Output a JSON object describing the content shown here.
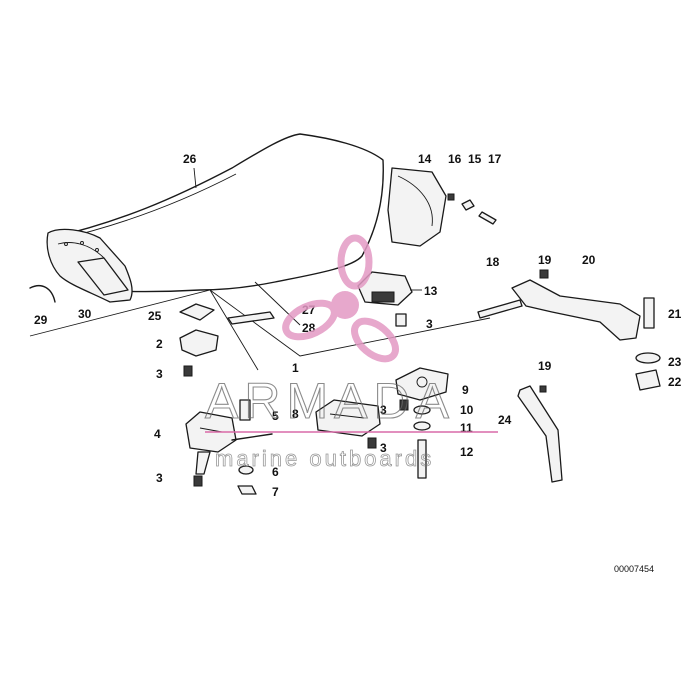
{
  "diagram": {
    "part_number": "00007454",
    "callouts": [
      "1",
      "2",
      "3",
      "4",
      "5",
      "6",
      "7",
      "8",
      "9",
      "10",
      "11",
      "12",
      "13",
      "14",
      "15",
      "16",
      "17",
      "18",
      "19",
      "20",
      "21",
      "22",
      "23",
      "24",
      "25",
      "26",
      "27",
      "28",
      "29",
      "30"
    ]
  },
  "watermark": {
    "title": "ARMADA",
    "subtitle": "marine outboards",
    "accent_color": "#e39ac4",
    "line_color": "#d96aa8"
  }
}
